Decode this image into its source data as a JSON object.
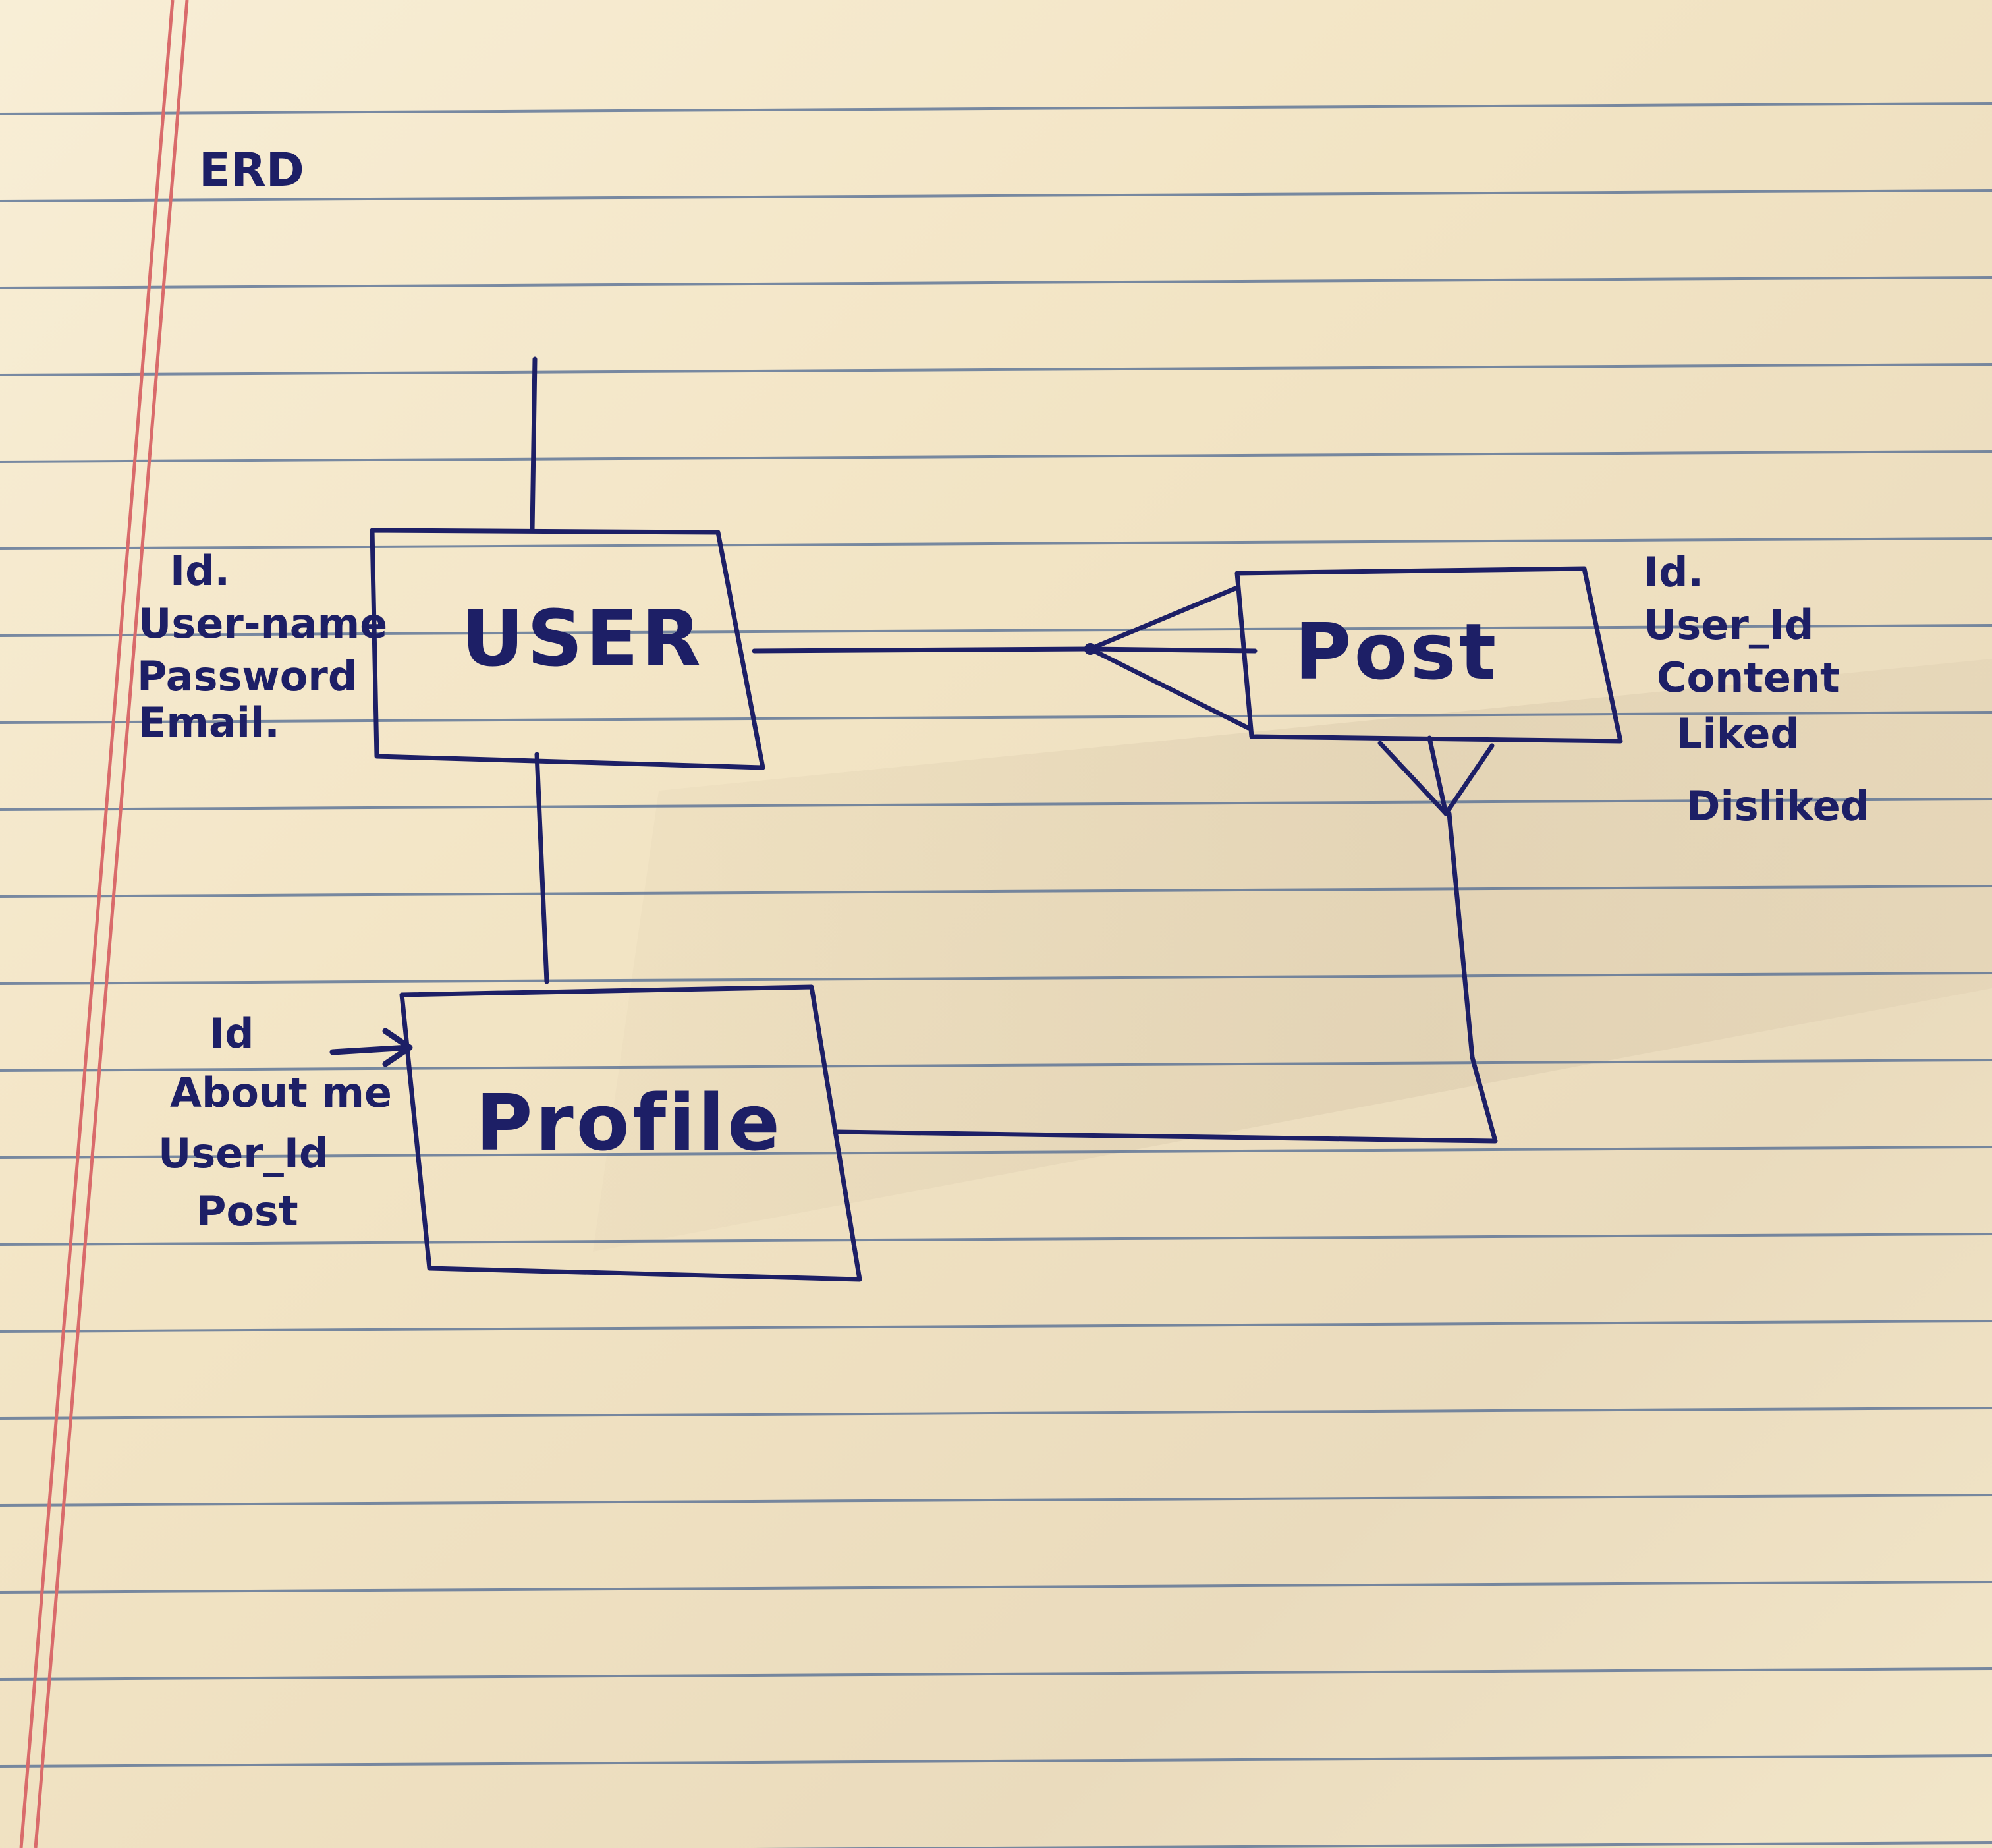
{
  "title": "ERD",
  "colors": {
    "paper": "#f5e8c8",
    "paper_shadow": "#cfbea1",
    "ruled_line": "#4d6891",
    "margin_line": "#d96b6b",
    "ink": "#1d1f66"
  },
  "entities": {
    "user": {
      "name": "USER",
      "attributes": [
        "Id.",
        "User-name",
        "Password",
        "Email."
      ]
    },
    "post": {
      "name": "Post",
      "attributes": [
        "Id.",
        "User_Id",
        "Content",
        "Liked",
        "Disliked"
      ]
    },
    "profile": {
      "name": "Profile",
      "attributes": [
        "Id",
        "About me",
        "User_Id",
        "Post"
      ]
    }
  }
}
